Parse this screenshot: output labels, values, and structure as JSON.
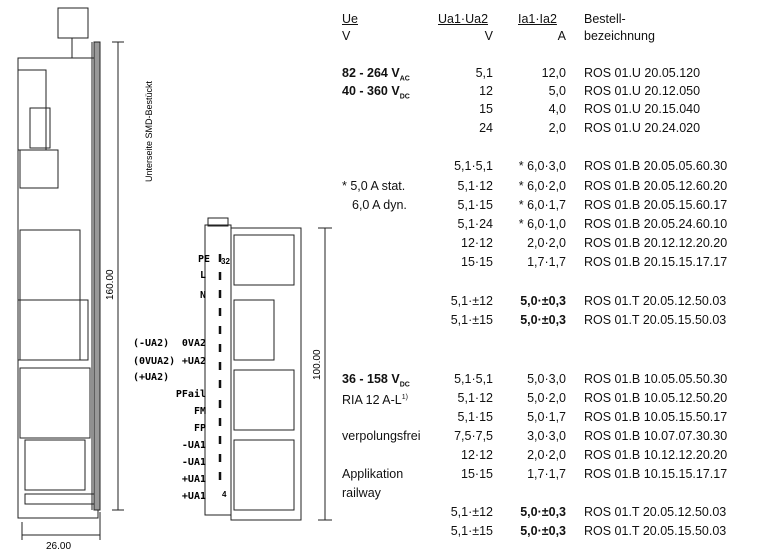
{
  "drawing": {
    "board_note": "Unterseite SMD-Bestückt",
    "dim_height_board": "160.00",
    "dim_width": "26.00",
    "dim_height_connector": "100.00",
    "pin_labels_right": [
      "PE",
      "L",
      "N",
      "0VA2",
      "+UA2",
      "PFail",
      "FM",
      "FP",
      "-UA1",
      "-UA1",
      "+UA1",
      "+UA1"
    ],
    "pin_labels_left": [
      "(-UA2)",
      "(0VUA2)",
      "(+UA2)"
    ],
    "pin_numbers": [
      "32",
      "4"
    ]
  },
  "table": {
    "headers": {
      "ue": "Ue",
      "ue_unit": "V",
      "ua": "Ua1·Ua2",
      "ua_unit": "V",
      "ia": "Ia1·Ia2",
      "ia_unit": "A",
      "bestell_1": "Bestell-",
      "bestell_2": "bezeichnung"
    },
    "rows": [
      {
        "ue": "82 - 264 V",
        "ue_sub": "AC",
        "ua": "5,1",
        "ia": "12,0",
        "order": "ROS 01.U 20.05.120"
      },
      {
        "ue": "40 - 360 V",
        "ue_sub": "DC",
        "ua": "12",
        "ia": "5,0",
        "order": "ROS 01.U 20.12.050"
      },
      {
        "ua": "15",
        "ia": "4,0",
        "order": "ROS 01.U 20.15.040"
      },
      {
        "ua": "24",
        "ia": "2,0",
        "order": "ROS 01.U 20.24.020"
      },
      {
        "ua": "5,1·5,1",
        "ia": "* 6,0·3,0",
        "order": "ROS 01.B 20.05.05.60.30"
      },
      {
        "note": "* 5,0 A stat.",
        "ua": "5,1·12",
        "ia": "* 6,0·2,0",
        "order": "ROS 01.B 20.05.12.60.20"
      },
      {
        "note": "6,0 A dyn.",
        "ua": "5,1·15",
        "ia": "* 6,0·1,7",
        "order": "ROS 01.B 20.05.15.60.17"
      },
      {
        "ua": "5,1·24",
        "ia": "* 6,0·1,0",
        "order": "ROS 01.B 20.05.24.60.10"
      },
      {
        "ua": "12·12",
        "ia": "2,0·2,0",
        "order": "ROS 01.B 20.12.12.20.20"
      },
      {
        "ua": "15·15",
        "ia": "1,7·1,7",
        "order": "ROS 01.B 20.15.15.17.17"
      },
      {
        "ua": "5,1·±12",
        "ia": "5,0·±0,3",
        "order": "ROS 01.T 20.05.12.50.03"
      },
      {
        "ua": "5,1·±15",
        "ia": "5,0·±0,3",
        "order": "ROS 01.T 20.05.15.50.03"
      },
      {
        "ue": "36 - 158 V",
        "ue_sub": "DC",
        "ua": "5,1·5,1",
        "ia": "5,0·3,0",
        "order": "ROS 01.B 10.05.05.50.30"
      },
      {
        "note": "RIA 12 A-L",
        "note_sup": "1)",
        "ua": "5,1·12",
        "ia": "5,0·2,0",
        "order": "ROS 01.B 10.05.12.50.20"
      },
      {
        "ua": "5,1·15",
        "ia": "5,0·1,7",
        "order": "ROS 01.B 10.05.15.50.17"
      },
      {
        "note": "verpolungsfrei",
        "ua": "7,5·7,5",
        "ia": "3,0·3,0",
        "order": "ROS 01.B 10.07.07.30.30"
      },
      {
        "ua": "12·12",
        "ia": "2,0·2,0",
        "order": "ROS 01.B 10.12.12.20.20"
      },
      {
        "note": "Applikation",
        "ua": "15·15",
        "ia": "1,7·1,7",
        "order": "ROS 01.B 10.15.15.17.17"
      },
      {
        "note": "railway"
      },
      {
        "ua": "5,1·±12",
        "ia": "5,0·±0,3",
        "order": "ROS 01.T 20.05.12.50.03"
      },
      {
        "ua": "5,1·±15",
        "ia": "5,0·±0,3",
        "order": "ROS 01.T 20.05.15.50.03"
      }
    ]
  }
}
